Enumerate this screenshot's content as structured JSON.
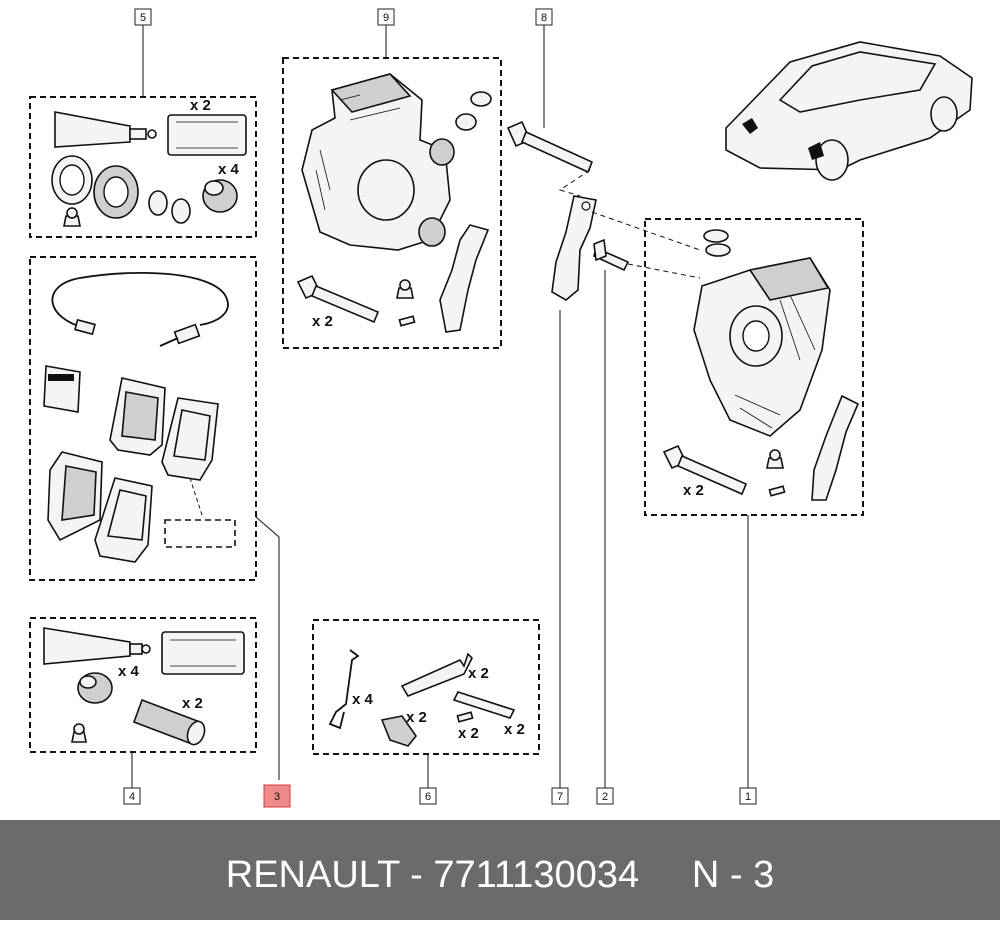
{
  "callouts": {
    "c1": "1",
    "c2": "2",
    "c3": "3",
    "c4": "4",
    "c5": "5",
    "c6": "6",
    "c7": "7",
    "c8": "8",
    "c9": "9"
  },
  "highlight_color": "#f08a8a",
  "quantities": {
    "q5_tube": "x 2",
    "q5_boot": "x 4",
    "q9_bolt": "x 2",
    "q1_bolt": "x 2",
    "q4_boot": "x 4",
    "q4_sleeve": "x 2",
    "q6_spring": "x 4",
    "q6_clipA": "x 2",
    "q6_clipB": "x 2",
    "q6_clipC": "x 2",
    "q6_clipD": "x 2"
  },
  "footer": {
    "text": "RENAULT - 7711130034     N - 3",
    "background": "#6b6b6b"
  }
}
